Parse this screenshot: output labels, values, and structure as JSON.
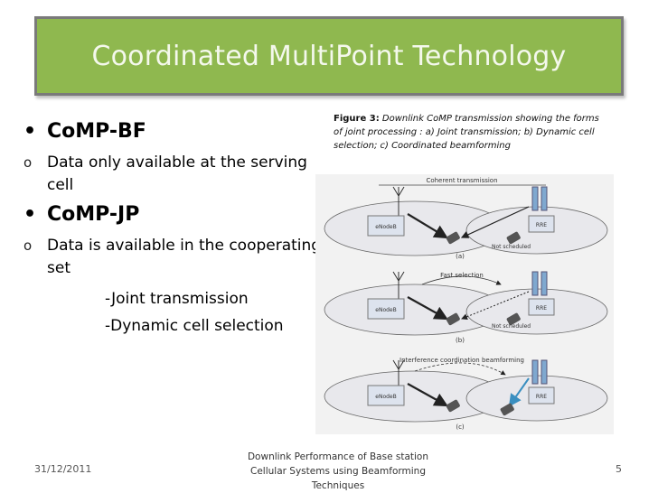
{
  "slide": {
    "title": "Coordinated MultiPoint Technology",
    "bullets": [
      {
        "label": "CoMP-BF"
      },
      {
        "label": "Data only available at the serving cell"
      },
      {
        "label": "CoMP-JP"
      },
      {
        "label": "Data is available in the cooperating set"
      },
      {
        "label": "-Joint transmission"
      },
      {
        "label": "-Dynamic cell selection"
      }
    ],
    "caption": {
      "prefix": "Figure 3:",
      "text": "Downlink CoMP transmission showing the forms of joint processing : a) Joint transmission; b) Dynamic cell selection; c) Coordinated beamforming"
    },
    "figure": {
      "panels": [
        {
          "header": "Coherent transmission",
          "tag": "(a)",
          "node_left": "eNodeB",
          "node_right": "RRE",
          "note": "Not scheduled"
        },
        {
          "header": "Fast selection",
          "tag": "(b)",
          "node_left": "eNodeB",
          "node_right": "RRE",
          "note": "Not scheduled"
        },
        {
          "header": "Interference coordination beamforming",
          "tag": "(c)",
          "node_left": "eNodeB",
          "node_right": "RRE",
          "note": ""
        }
      ]
    },
    "footer": {
      "date": "31/12/2011",
      "center": "Downlink Performance of Base station Cellular Systems using Beamforming Techniques",
      "page": "5"
    },
    "colors": {
      "title_bg": "#8fb84f",
      "title_border": "#7a7a7a",
      "title_text": "#f4f8ec"
    }
  }
}
